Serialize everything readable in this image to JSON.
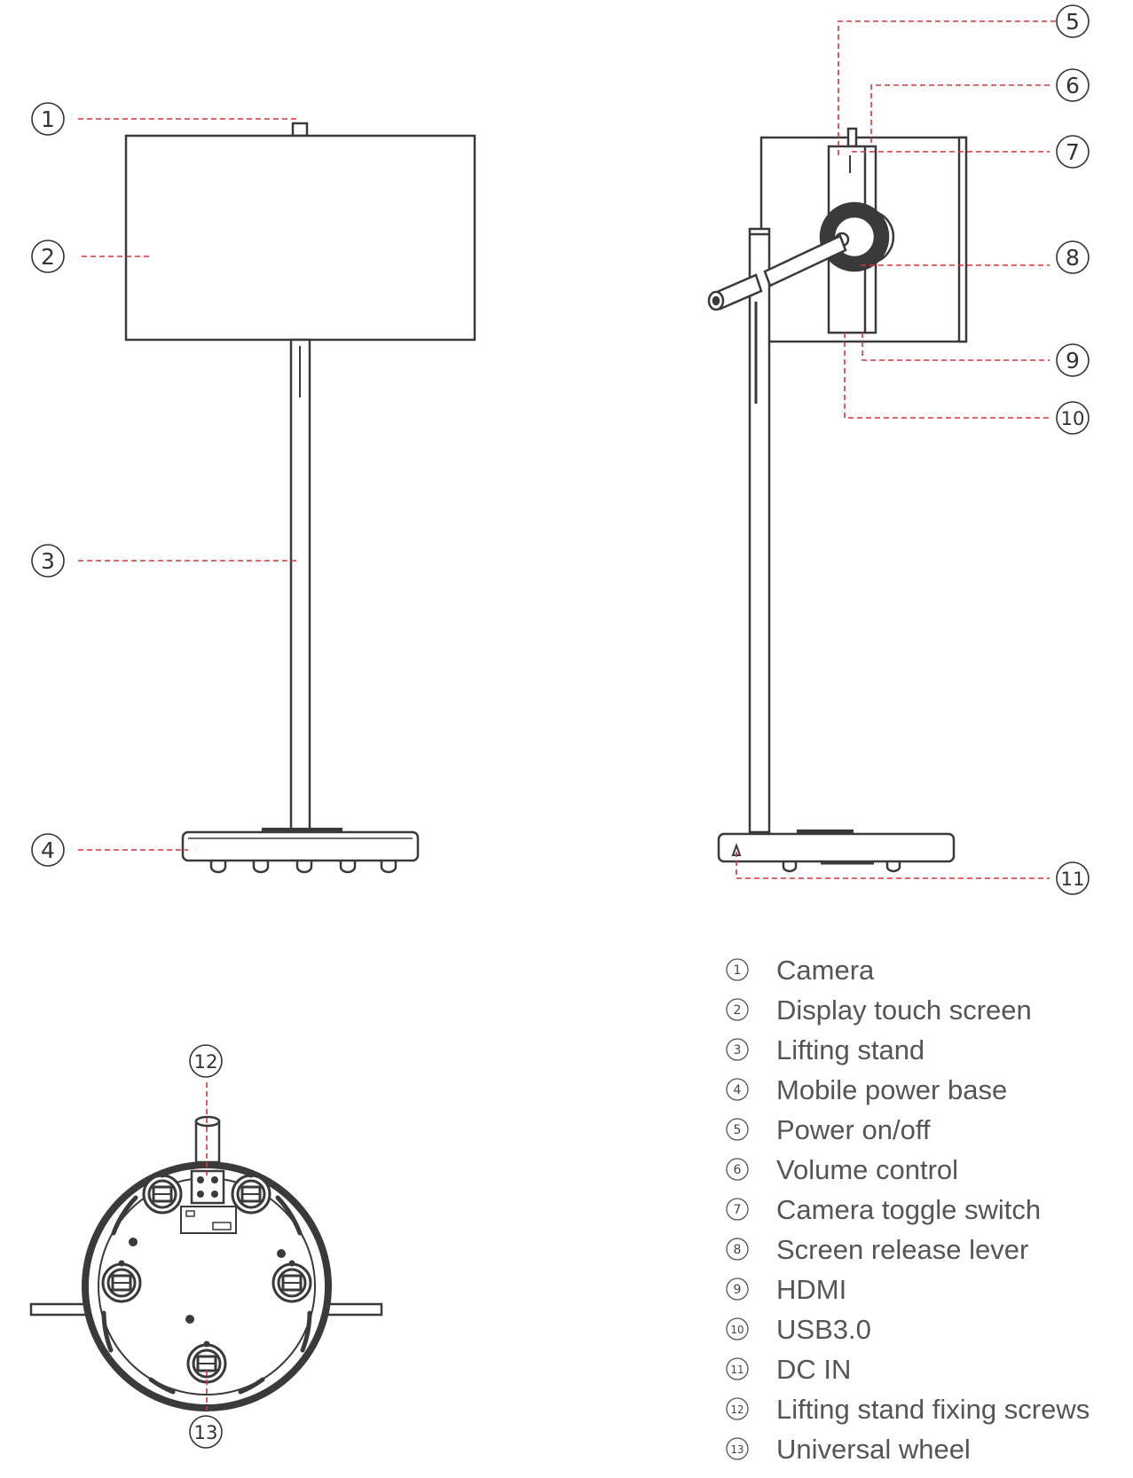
{
  "callouts": [
    "5",
    "6",
    "7",
    "8",
    "9",
    "10",
    "11",
    "12",
    "13",
    "1",
    "2",
    "3",
    "4"
  ],
  "legend": [
    {
      "num": "1",
      "label": "Camera"
    },
    {
      "num": "2",
      "label": "Display touch screen"
    },
    {
      "num": "3",
      "label": "Lifting stand"
    },
    {
      "num": "4",
      "label": "Mobile power base"
    },
    {
      "num": "5",
      "label": "Power on/off"
    },
    {
      "num": "6",
      "label": "Volume control"
    },
    {
      "num": "7",
      "label": "Camera toggle switch"
    },
    {
      "num": "8",
      "label": "Screen release lever"
    },
    {
      "num": "9",
      "label": "HDMI"
    },
    {
      "num": "10",
      "label": "USB3.0"
    },
    {
      "num": "11",
      "label": "DC IN"
    },
    {
      "num": "12",
      "label": "Lifting stand fixing screws"
    },
    {
      "num": "13",
      "label": "Universal wheel"
    }
  ],
  "colors": {
    "line": "#3a3a3a",
    "leader": "#d8343c",
    "text": "#555555"
  }
}
